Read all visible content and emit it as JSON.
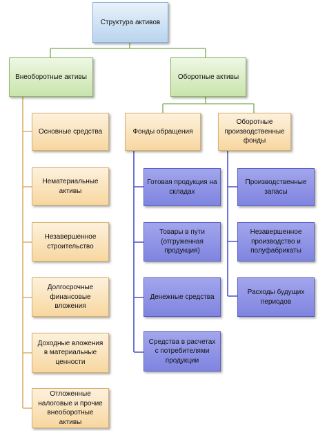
{
  "root": {
    "label": "Структура активов"
  },
  "non_current": {
    "label": "Внеоборотные активы",
    "items": [
      "Основные средства",
      "Нематериальные активы",
      "Незавершенное строительство",
      "Долгосрочные финансовые вложения",
      "Доходные вложения в материальные ценности",
      "Отложенные налоговые и прочие внеоборотные активы"
    ]
  },
  "current": {
    "label": "Оборотные активы",
    "circulation_funds": {
      "label": "Фонды обращения",
      "items": [
        "Готовая продукция на складах",
        "Товары в пути (отгруженная продукция)",
        "Денежные средства",
        "Средства в расчетах с потребителями продукции"
      ]
    },
    "production_funds": {
      "label": "Оборотные производственные фонды",
      "items": [
        "Производственные запасы",
        "Незавершенное производство и полуфабрикаты",
        "Расходы будущих периодов"
      ]
    }
  },
  "colors": {
    "root_connector": "#8fb86a",
    "left_connector": "#d9b06a",
    "funds_connector": "#4a52c8"
  }
}
